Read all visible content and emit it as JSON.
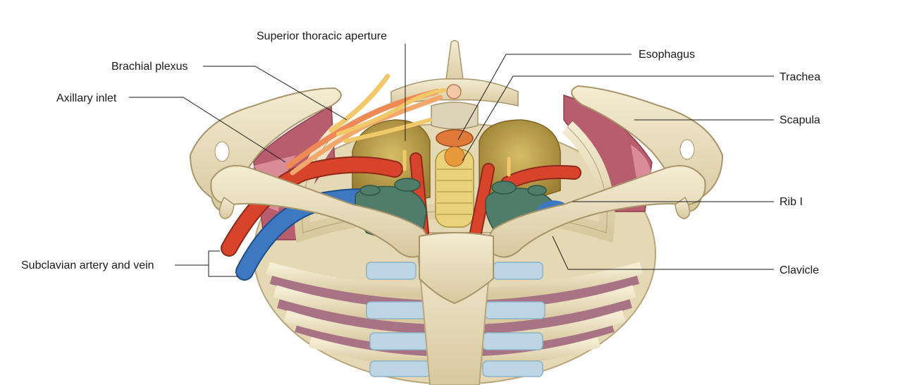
{
  "figure": {
    "labels": {
      "superior_thoracic_aperture": "Superior thoracic aperture",
      "brachial_plexus": "Brachial plexus",
      "axillary_inlet": "Axillary inlet",
      "subclavian_artery_and_vein": "Subclavian artery and vein",
      "esophagus": "Esophagus",
      "trachea": "Trachea",
      "scapula": "Scapula",
      "rib_1": "Rib I",
      "clavicle": "Clavicle"
    },
    "colors": {
      "bone": "#ece2c3",
      "bone_shadow": "#c9b98f",
      "cartilage": "#bcd6e6",
      "muscle": "#b85d6e",
      "muscle_light": "#d98b98",
      "lung": "#b59a45",
      "artery": "#d8432c",
      "vein": "#3d78c0",
      "vein_trunk": "#4f7d6a",
      "nerve": "#f2c96a",
      "nerve_orange": "#ee8a55",
      "trachea": "#e9d27a",
      "esophagus": "#e07a3a"
    }
  }
}
